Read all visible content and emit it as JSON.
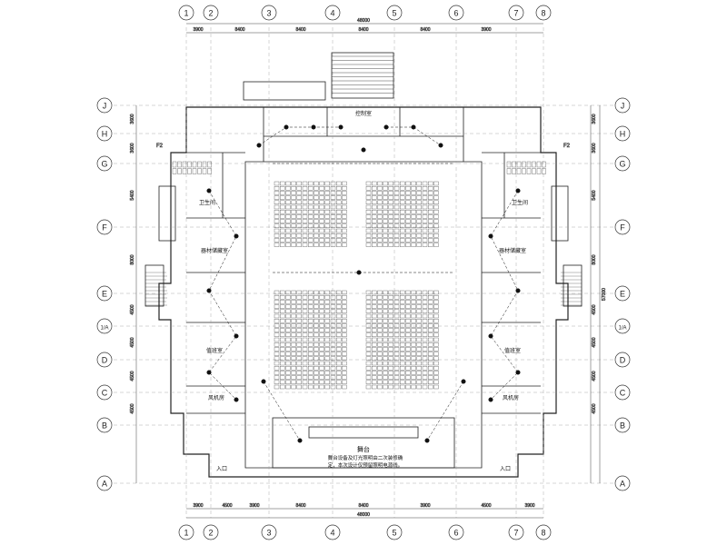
{
  "drawing": {
    "grid_columns": [
      "1",
      "2",
      "3",
      "4",
      "5",
      "6",
      "7",
      "8"
    ],
    "grid_rows": [
      "J",
      "H",
      "G",
      "F",
      "E",
      "1/A",
      "D",
      "C",
      "B",
      "A"
    ],
    "top_dimensions": [
      "3900",
      "8400",
      "8400",
      "8400",
      "8400",
      "3900"
    ],
    "top_total": "48000",
    "bottom_dimensions": [
      "3900",
      "4500",
      "3900",
      "8400",
      "8400",
      "3900",
      "4500",
      "3900"
    ],
    "bottom_total": "48000",
    "left_dimensions": [
      "3600",
      "3600",
      "5400",
      "8000",
      "4500",
      "4500",
      "4500",
      "4500"
    ],
    "right_dimensions": [
      "3600",
      "3600",
      "5400",
      "8000",
      "4500",
      "4500",
      "4500",
      "4500"
    ],
    "right_total": "57000",
    "section_marks": [
      "F2",
      "F2"
    ],
    "rooms": {
      "toilet_left": "卫生间",
      "toilet_right": "卫生间",
      "storage_left": "器材储藏室",
      "storage_right": "器材储藏室",
      "duty_left": "值班室",
      "duty_right": "值班室",
      "fan_left": "风机房",
      "fan_right": "风机房",
      "control_room": "控制室",
      "entrance_left": "入口",
      "entrance_right": "入口"
    },
    "stage": {
      "title": "舞台",
      "note_line1": "舞台设备及灯光照明由二次装修确",
      "note_line2": "定，本次设计仅预留照明电源线。"
    }
  }
}
